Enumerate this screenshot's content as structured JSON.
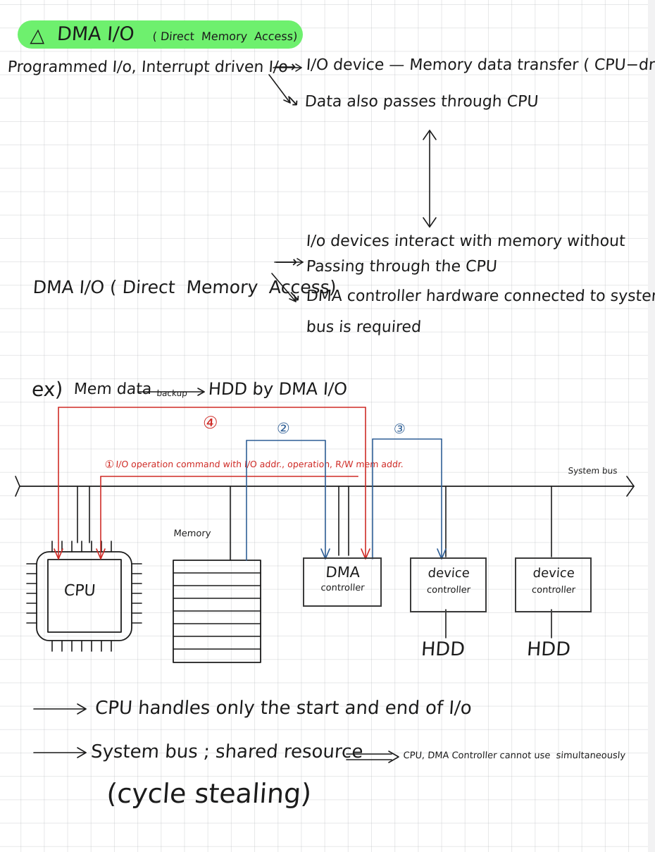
{
  "page": {
    "kind": "handwritten-notes",
    "background": "grid-paper",
    "highlight_color": "#6EF06E",
    "ink_color": "#1B1B1B",
    "red_color": "#CF2B26",
    "blue_color": "#2F5F96"
  },
  "title": {
    "bullet": "△",
    "heading": "DMA I/O",
    "expansion": "( Direct  Memory  Access)"
  },
  "notes": {
    "line1_left": "Programmed I/o, Interrupt driven I/o",
    "line1_arrow": "⟶",
    "line1_right": "I/O device — Memory data transfer ( CPU−driven)",
    "line2_arrow": "↘",
    "line2": "Data also passes through CPU",
    "dma_term": "DMA I/O ( Direct  Memory  Access)",
    "dma_arrow1": "⟶",
    "dma_point1_a": "I/o devices interact with memory without",
    "dma_point1_b": "Passing through the CPU",
    "dma_arrow2": "↘",
    "dma_point2_a": "DMA controller hardware connected to system",
    "dma_point2_b": "bus is required"
  },
  "example": {
    "prefix": "ex)",
    "source": "Mem data",
    "arrow_label": "backup",
    "target": "HDD by DMA I/O"
  },
  "diagram": {
    "bus_label": "System bus",
    "steps": [
      {
        "id": "step-1",
        "marker": "①",
        "color": "#CF2B26",
        "text": "I/O operation command with I/O addr., operation, R/W mem addr."
      },
      {
        "id": "step-2",
        "marker": "②",
        "color": "#2F5F96",
        "text": ""
      },
      {
        "id": "step-3",
        "marker": "③",
        "color": "#2F5F96",
        "text": ""
      },
      {
        "id": "step-4",
        "marker": "④",
        "color": "#CF2B26",
        "text": ""
      }
    ],
    "blocks": [
      {
        "id": "cpu",
        "label": "CPU",
        "sublabel": ""
      },
      {
        "id": "memory",
        "label": "Memory",
        "sublabel": ""
      },
      {
        "id": "dma",
        "label": "DMA",
        "sublabel": "controller"
      },
      {
        "id": "devctl-1",
        "label": "device",
        "sublabel": "controller"
      },
      {
        "id": "devctl-2",
        "label": "device",
        "sublabel": "controller"
      }
    ],
    "disks": [
      {
        "id": "hdd-1",
        "label": "HDD"
      },
      {
        "id": "hdd-2",
        "label": "HDD"
      }
    ]
  },
  "conclusions": {
    "arrow": "⟶",
    "item1": "CPU handles only the start and end of I/o",
    "item2_a": "System bus ; shared resource",
    "item2_implies": "⟹",
    "item2_b": "CPU, DMA Controller cannot use  simultaneously",
    "item3": "(cycle stealing)"
  }
}
